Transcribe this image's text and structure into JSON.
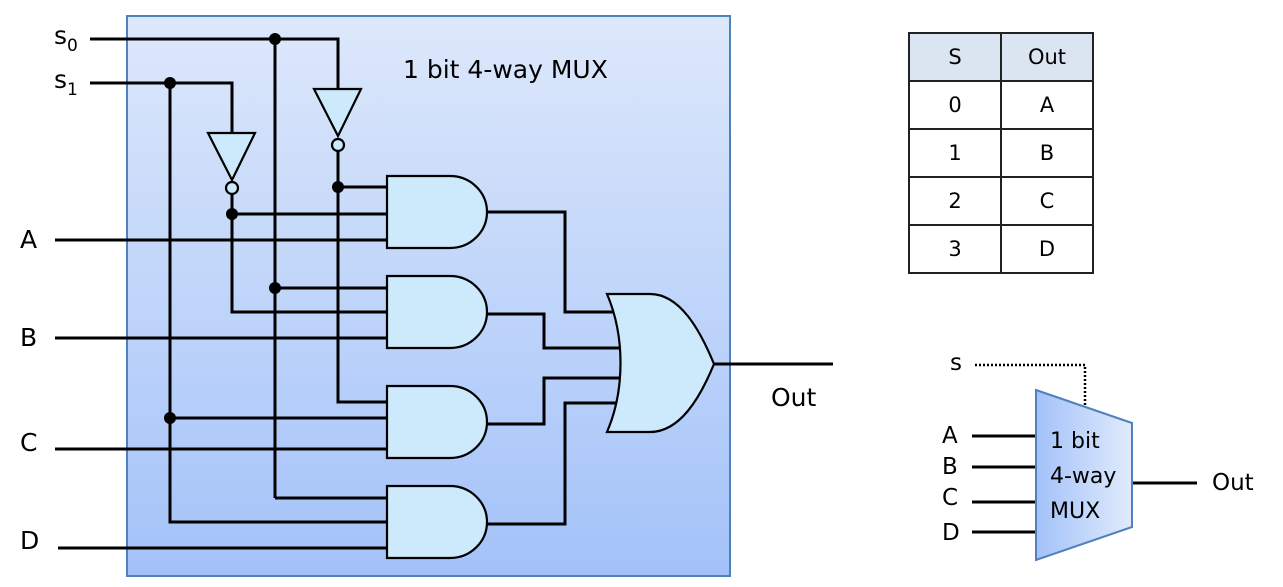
{
  "title": "1 bit 4-way MUX",
  "inputs": {
    "select": [
      "s0",
      "s1"
    ],
    "select_base": "s",
    "select_subs": [
      "0",
      "1"
    ],
    "data": [
      "A",
      "B",
      "C",
      "D"
    ]
  },
  "output_label": "Out",
  "colors": {
    "box_top": "#dde8fb",
    "box_bottom": "#a3c2f9",
    "box_border": "#4f81bd",
    "gate_fill": "#cceafc",
    "table_header": "#dbe5f1"
  },
  "truth_table": {
    "headers": [
      "S",
      "Out"
    ],
    "rows": [
      [
        "0",
        "A"
      ],
      [
        "1",
        "B"
      ],
      [
        "2",
        "C"
      ],
      [
        "3",
        "D"
      ]
    ]
  },
  "symbol": {
    "select_label": "s",
    "inputs": [
      "A",
      "B",
      "C",
      "D"
    ],
    "body_lines": [
      "1 bit",
      "4-way",
      "MUX"
    ],
    "output_label": "Out"
  }
}
